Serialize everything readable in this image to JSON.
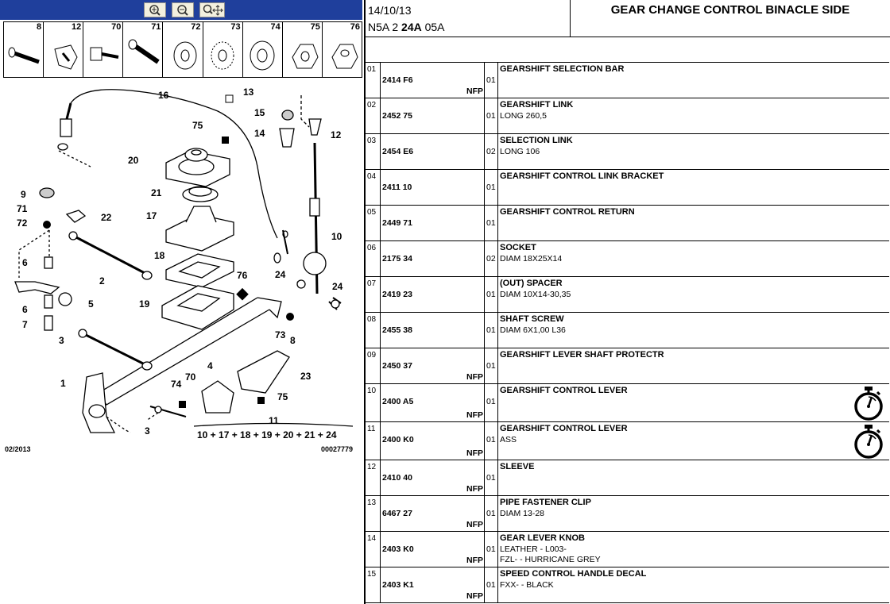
{
  "toolbar": {
    "zoom_in": "zoom-in",
    "zoom_out": "zoom-out",
    "zoom_fit": "zoom-pan"
  },
  "small_parts": [
    "8",
    "12",
    "70",
    "71",
    "72",
    "73",
    "74",
    "75",
    "76"
  ],
  "diagram": {
    "callouts": [
      "16",
      "13",
      "15",
      "12",
      "14",
      "75",
      "20",
      "21",
      "9",
      "71",
      "72",
      "22",
      "17",
      "6",
      "18",
      "2",
      "5",
      "6",
      "7",
      "3",
      "1",
      "19",
      "76",
      "24",
      "24",
      "10",
      "73",
      "8",
      "23",
      "70",
      "4",
      "74",
      "75",
      "3",
      "11"
    ],
    "kit_formula": "10 + 17 + 18 + 19 + 20 + 21 + 24",
    "date_code": "02/2013",
    "image_ref": "00027779"
  },
  "header": {
    "date": "14/10/13",
    "code_pre": "N5A 2 ",
    "code_bold": "24A",
    "code_post": " 05A",
    "title": "GEAR CHANGE CONTROL BINACLE SIDE"
  },
  "rows": [
    {
      "idx": "01",
      "ref": "2414 F6",
      "nfp": "NFP",
      "qty": "01",
      "label": "GEARSHIFT SELECTION BAR",
      "d1": "",
      "d2": ""
    },
    {
      "idx": "02",
      "ref": "2452 75",
      "nfp": "",
      "qty": "01",
      "label": "GEARSHIFT LINK",
      "d1": "LONG 260,5",
      "d2": ""
    },
    {
      "idx": "03",
      "ref": "2454 E6",
      "nfp": "",
      "qty": "02",
      "label": "SELECTION LINK",
      "d1": "LONG 106",
      "d2": ""
    },
    {
      "idx": "04",
      "ref": "2411 10",
      "nfp": "",
      "qty": "01",
      "label": "GEARSHIFT CONTROL LINK BRACKET",
      "d1": "",
      "d2": ""
    },
    {
      "idx": "05",
      "ref": "2449 71",
      "nfp": "",
      "qty": "01",
      "label": "GEARSHIFT CONTROL RETURN",
      "d1": "",
      "d2": ""
    },
    {
      "idx": "06",
      "ref": "2175 34",
      "nfp": "",
      "qty": "02",
      "label": "SOCKET",
      "d1": "DIAM 18X25X14",
      "d2": ""
    },
    {
      "idx": "07",
      "ref": "2419 23",
      "nfp": "",
      "qty": "01",
      "label": "(OUT) SPACER",
      "d1": "DIAM 10X14-30,35",
      "d2": ""
    },
    {
      "idx": "08",
      "ref": "2455 38",
      "nfp": "",
      "qty": "01",
      "label": "SHAFT SCREW",
      "d1": "DIAM 6X1,00 L36",
      "d2": ""
    },
    {
      "idx": "09",
      "ref": "2450 37",
      "nfp": "NFP",
      "qty": "01",
      "label": "GEARSHIFT LEVER SHAFT PROTECTR",
      "d1": "",
      "d2": ""
    },
    {
      "idx": "10",
      "ref": "2400 A5",
      "nfp": "NFP",
      "qty": "01",
      "label": "GEARSHIFT CONTROL LEVER",
      "d1": "",
      "d2": "",
      "icon": "stopwatch-icon"
    },
    {
      "idx": "11",
      "ref": "2400 K0",
      "nfp": "NFP",
      "qty": "01",
      "label": "GEARSHIFT CONTROL LEVER",
      "d1": "ASS",
      "d2": "",
      "icon": "stopwatch-icon"
    },
    {
      "idx": "12",
      "ref": "2410 40",
      "nfp": "NFP",
      "qty": "01",
      "label": "SLEEVE",
      "d1": "",
      "d2": ""
    },
    {
      "idx": "13",
      "ref": "6467 27",
      "nfp": "NFP",
      "qty": "01",
      "label": "PIPE FASTENER CLIP",
      "d1": "DIAM 13-28",
      "d2": ""
    },
    {
      "idx": "14",
      "ref": "2403 K0",
      "nfp": "NFP",
      "qty": "01",
      "label": "GEAR LEVER KNOB",
      "d1": "LEATHER - L003-",
      "d2": "FZL- - HURRICANE GREY"
    },
    {
      "idx": "15",
      "ref": "2403 K1",
      "nfp": "NFP",
      "qty": "01",
      "label": "SPEED CONTROL HANDLE DECAL",
      "d1": "FXX- - BLACK",
      "d2": ""
    }
  ]
}
